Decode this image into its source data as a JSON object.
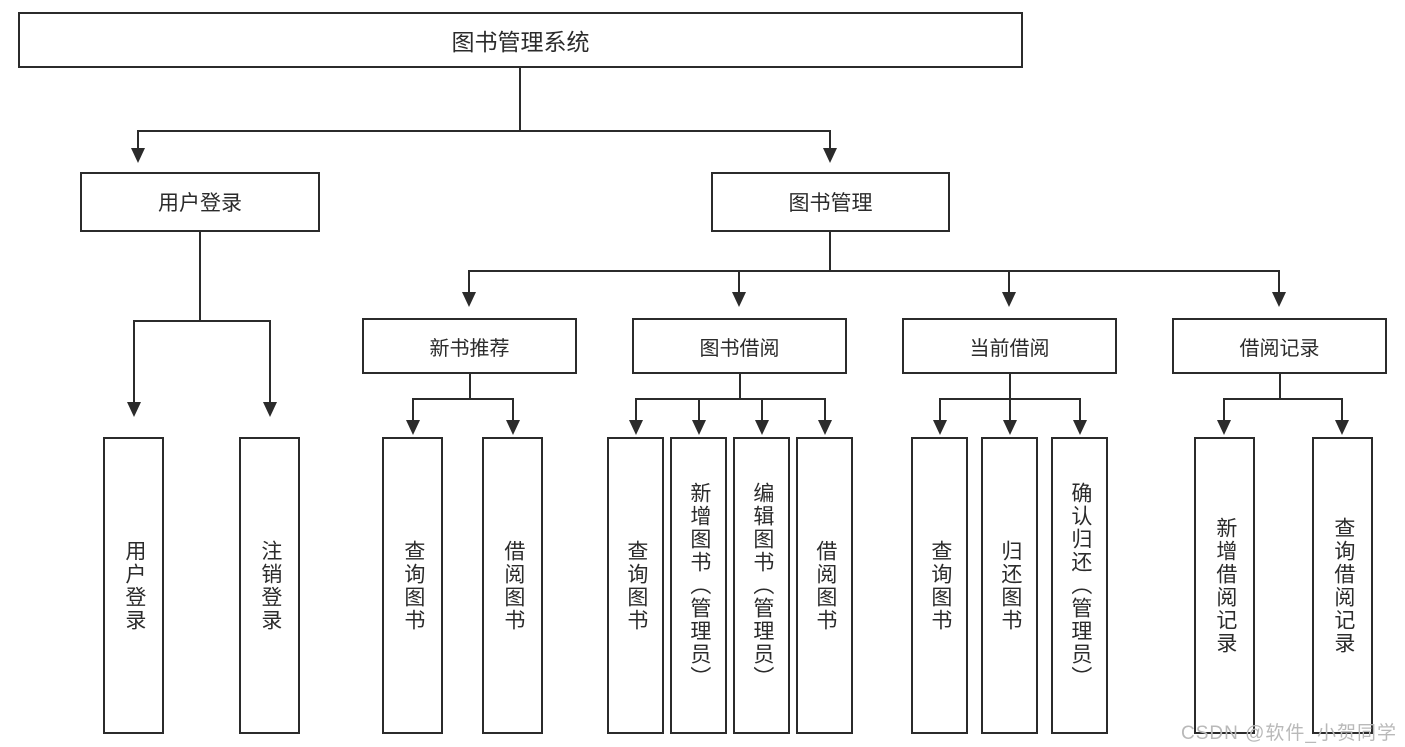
{
  "diagram": {
    "title": "图书管理系统",
    "root": {
      "label": "图书管理系统"
    },
    "level1": [
      {
        "label": "用户登录"
      },
      {
        "label": "图书管理"
      }
    ],
    "level2": [
      {
        "label": "新书推荐"
      },
      {
        "label": "图书借阅"
      },
      {
        "label": "当前借阅"
      },
      {
        "label": "借阅记录"
      }
    ],
    "leaves": {
      "user_login": [
        {
          "label": "用户登录"
        },
        {
          "label": "注销登录"
        }
      ],
      "new_book_recommend": [
        {
          "label": "查询图书"
        },
        {
          "label": "借阅图书"
        }
      ],
      "book_borrow": [
        {
          "label": "查询图书"
        },
        {
          "label": "新增图书（管理员）"
        },
        {
          "label": "编辑图书（管理员）"
        },
        {
          "label": "借阅图书"
        }
      ],
      "current_borrow": [
        {
          "label": "查询图书"
        },
        {
          "label": "归还图书"
        },
        {
          "label": "确认归还（管理员）"
        }
      ],
      "borrow_record": [
        {
          "label": "新增借阅记录"
        },
        {
          "label": "查询借阅记录"
        }
      ]
    }
  },
  "watermark": {
    "text": "CSDN @软件_小贺同学"
  },
  "colors": {
    "stroke": "#2b2b2b",
    "background": "#ffffff",
    "watermark": "#b9b9b9"
  }
}
